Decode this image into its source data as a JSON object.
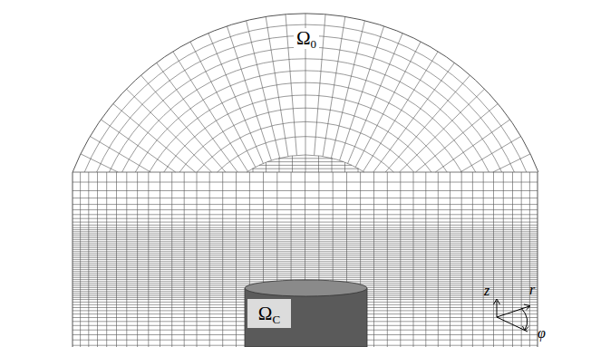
{
  "diagram": {
    "nodes": [
      {
        "text": [
          "ΩC"
        ]
      }
    ],
    "labels": [
      "Ω0",
      "z",
      "r",
      "φ"
    ]
  }
}
